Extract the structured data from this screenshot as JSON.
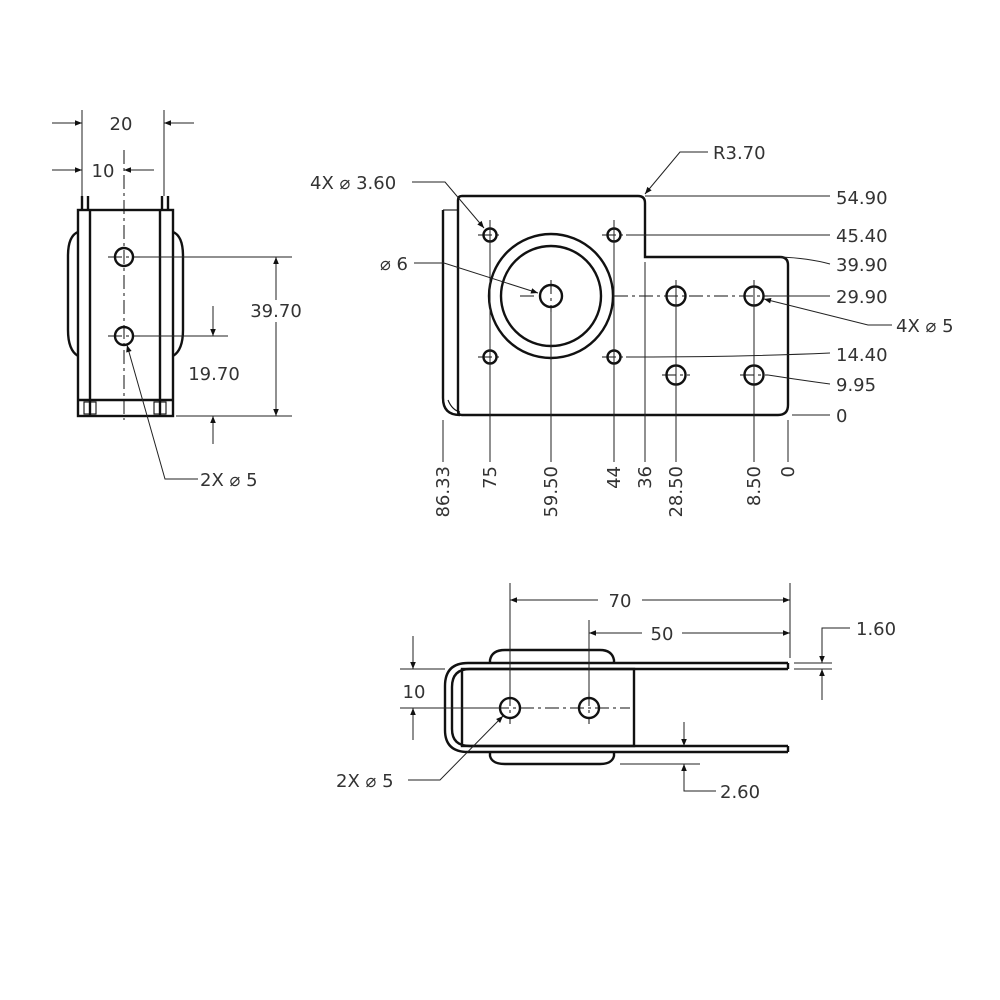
{
  "left_view": {
    "width_dim": "20",
    "center_dim": "10",
    "hole_spacing_dim": "39.70",
    "lower_hole_dim": "19.70",
    "hole_callout": "2X ⌀ 5"
  },
  "front_view": {
    "corner_radius": "R3.70",
    "small_hole_callout": "4X ⌀ 3.60",
    "center_hole_callout": "⌀ 6",
    "large_hole_callout": "4X ⌀ 5",
    "y_ordinates": [
      "54.90",
      "45.40",
      "39.90",
      "29.90",
      "14.40",
      "9.95",
      "0"
    ],
    "x_ordinates": [
      "86.33",
      "75",
      "59.50",
      "44",
      "36",
      "28.50",
      "8.50",
      "0"
    ]
  },
  "bottom_view": {
    "overall_dim": "70",
    "hole_spacing_dim": "50",
    "thickness_dim": "1.60",
    "hole_offset_dim": "10",
    "gap_dim": "2.60",
    "hole_callout": "2X ⌀ 5"
  }
}
